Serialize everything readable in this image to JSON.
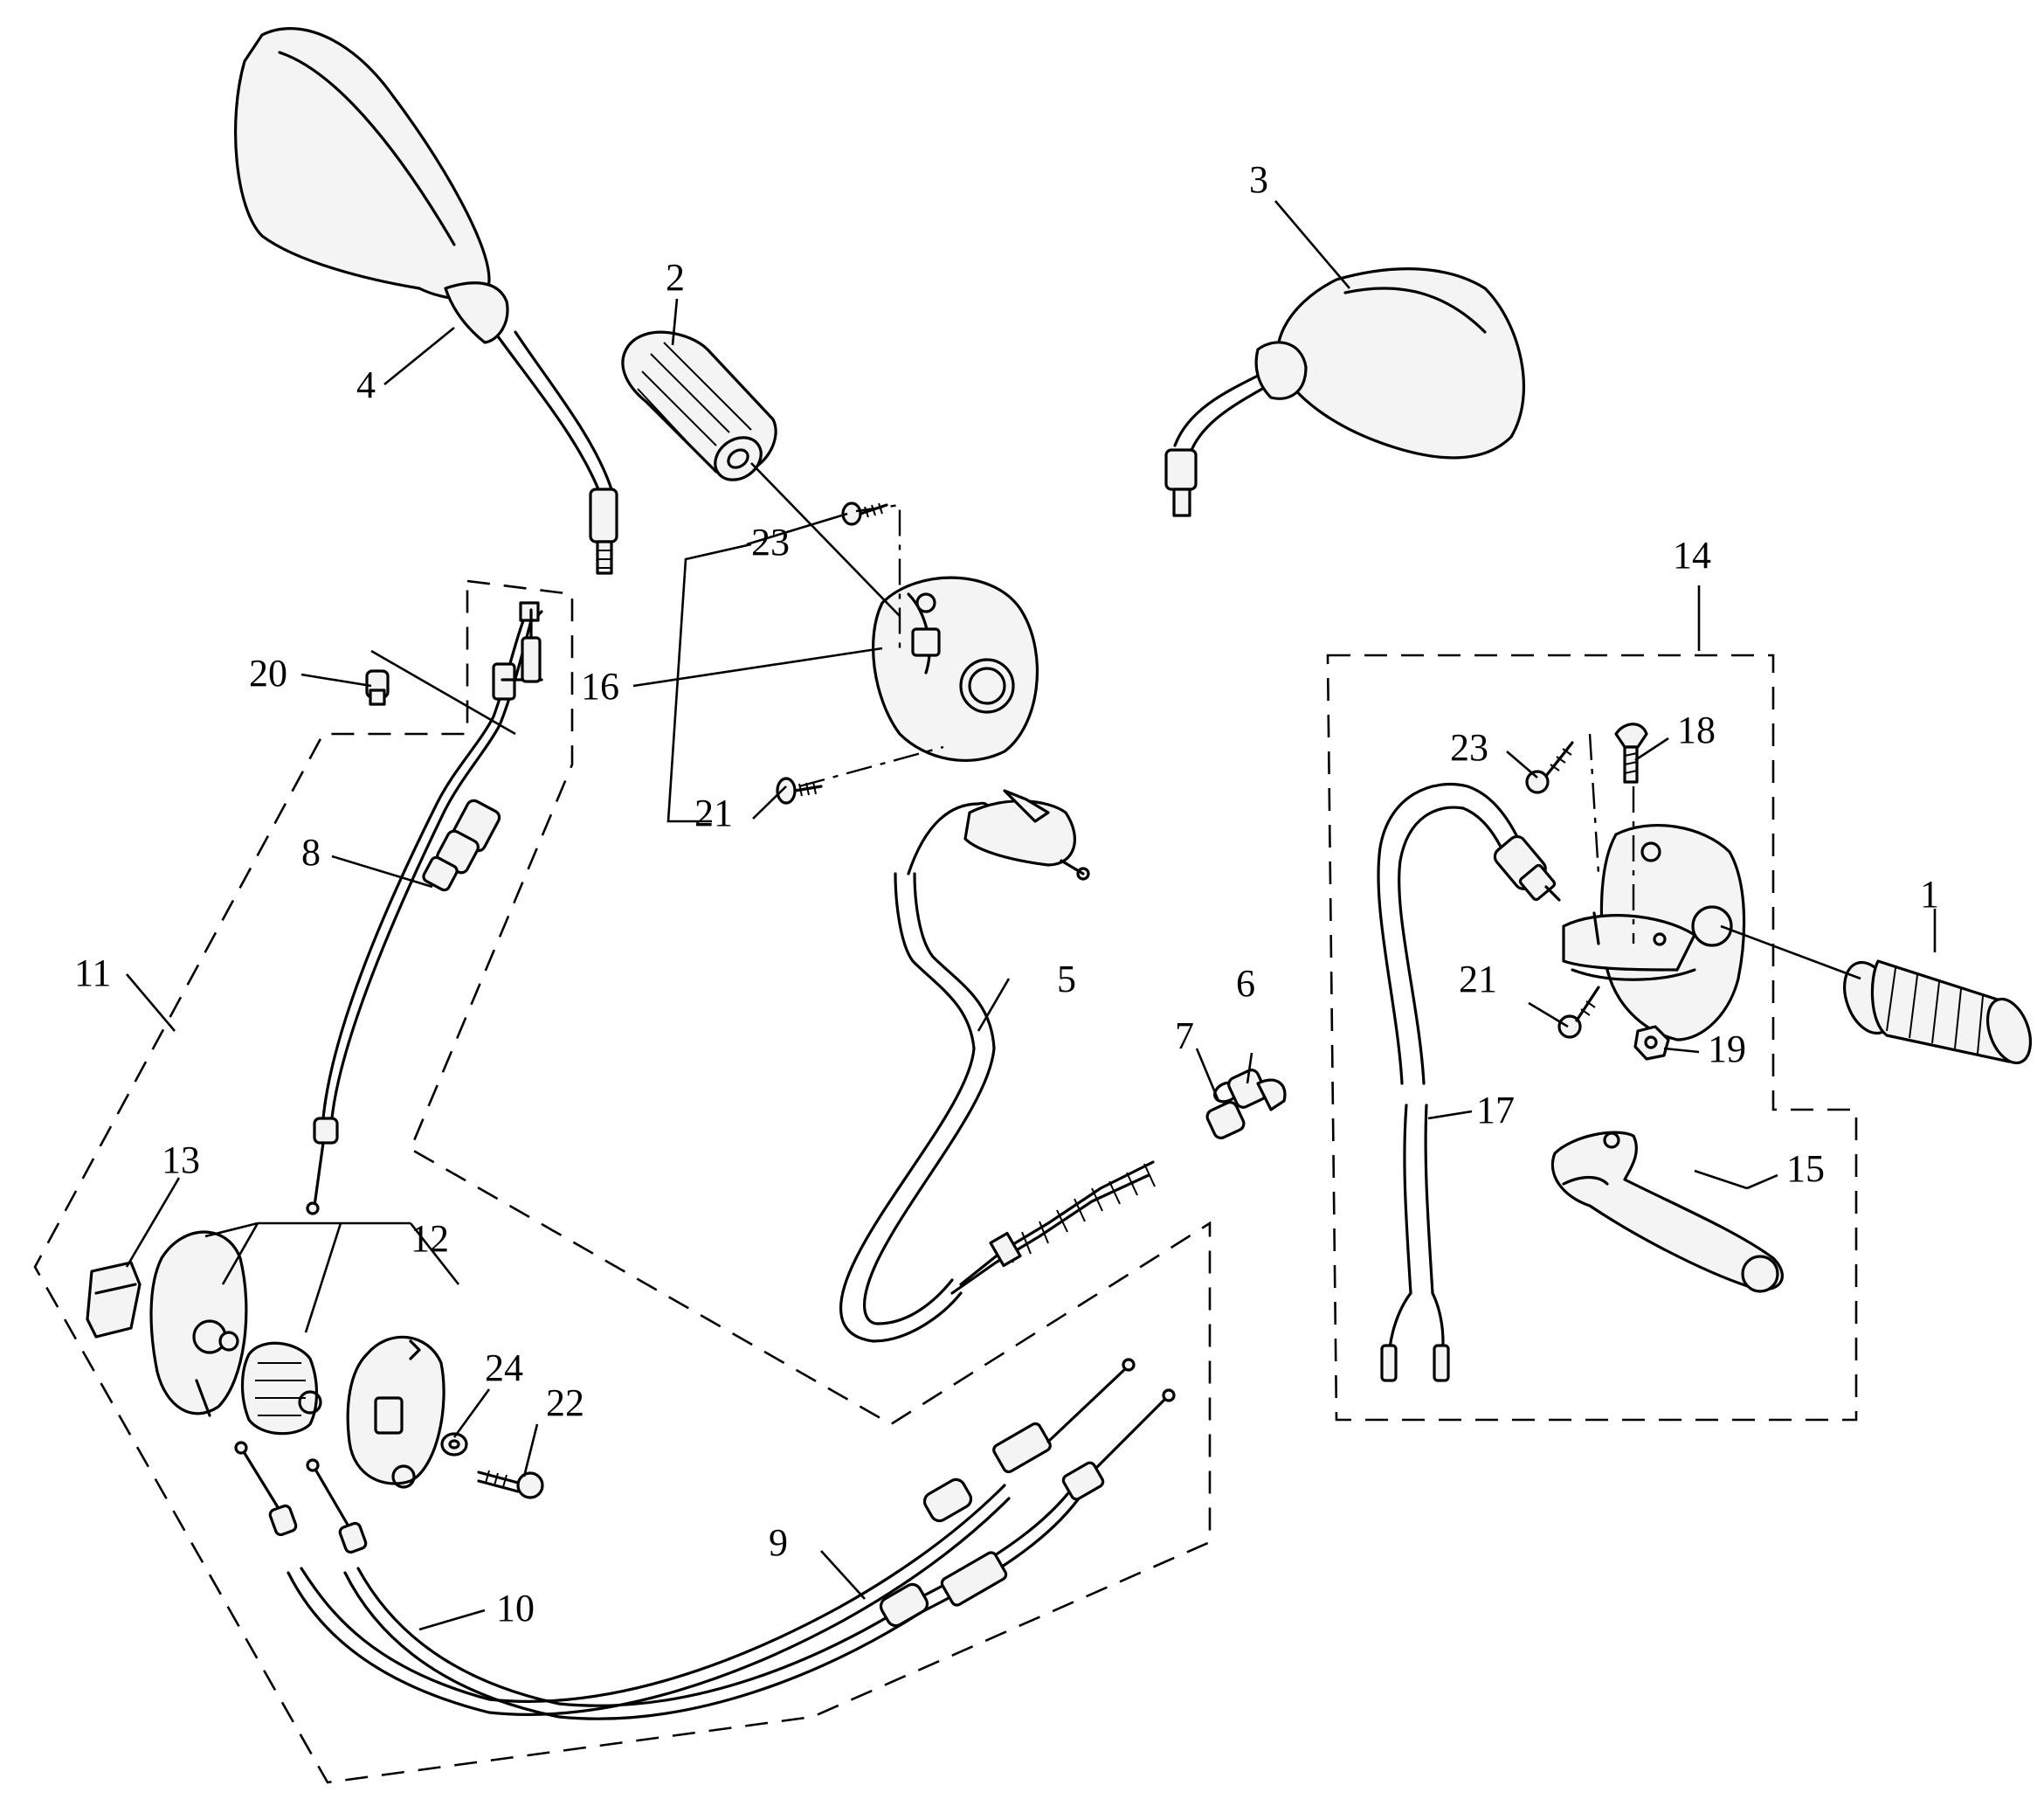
{
  "callouts": [
    {
      "id": "c1",
      "text": "1"
    },
    {
      "id": "c2",
      "text": "2"
    },
    {
      "id": "c3",
      "text": "3"
    },
    {
      "id": "c4",
      "text": "4"
    },
    {
      "id": "c5",
      "text": "5"
    },
    {
      "id": "c6",
      "text": "6"
    },
    {
      "id": "c7",
      "text": "7"
    },
    {
      "id": "c8",
      "text": "8"
    },
    {
      "id": "c9",
      "text": "9"
    },
    {
      "id": "c10",
      "text": "10"
    },
    {
      "id": "c11",
      "text": "11"
    },
    {
      "id": "c12",
      "text": "12"
    },
    {
      "id": "c13",
      "text": "13"
    },
    {
      "id": "c14",
      "text": "14"
    },
    {
      "id": "c15",
      "text": "15"
    },
    {
      "id": "c16",
      "text": "16"
    },
    {
      "id": "c17",
      "text": "17"
    },
    {
      "id": "c18",
      "text": "18"
    },
    {
      "id": "c19",
      "text": "19"
    },
    {
      "id": "c20",
      "text": "20"
    },
    {
      "id": "c21a",
      "text": "21"
    },
    {
      "id": "c21b",
      "text": "21"
    },
    {
      "id": "c22",
      "text": "22"
    },
    {
      "id": "c23a",
      "text": "23"
    },
    {
      "id": "c23b",
      "text": "23"
    },
    {
      "id": "c24",
      "text": "24"
    }
  ]
}
